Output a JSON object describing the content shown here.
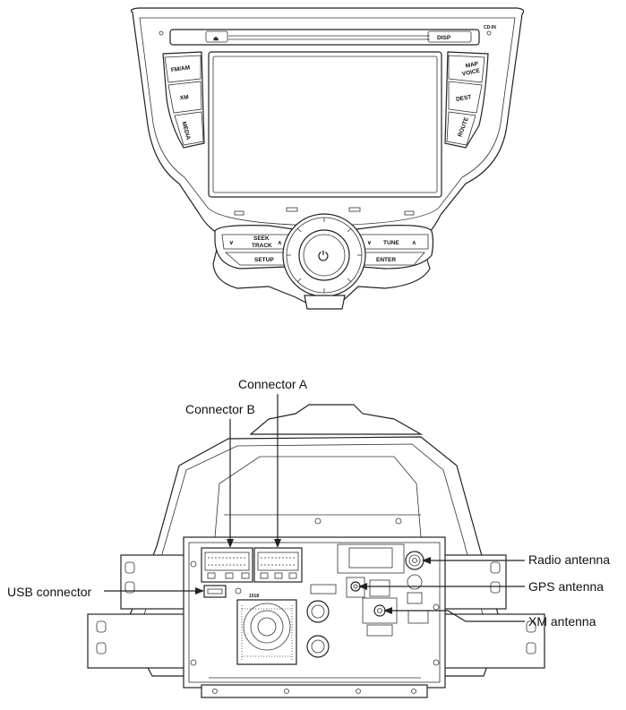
{
  "front_panel": {
    "buttons": {
      "eject": "⏏",
      "disp": "DISP",
      "fm_am": "FM/AM",
      "xm": "XM",
      "media": "MEDIA",
      "map_voice_1": "MAP",
      "map_voice_2": "VOICE",
      "dest": "DEST",
      "route": "ROUTE",
      "seek_track_1": "SEEK",
      "seek_track_2": "TRACK",
      "setup": "SETUP",
      "tune": "TUNE",
      "enter": "ENTER",
      "power": "⏻",
      "cd_in": "CD-IN"
    }
  },
  "rear_panel": {
    "callouts": {
      "connector_a": "Connector A",
      "connector_b": "Connector B",
      "usb_connector": "USB connector",
      "radio_antenna": "Radio antenna",
      "gps_antenna": "GPS antenna",
      "xm_antenna": "XM antenna"
    }
  }
}
